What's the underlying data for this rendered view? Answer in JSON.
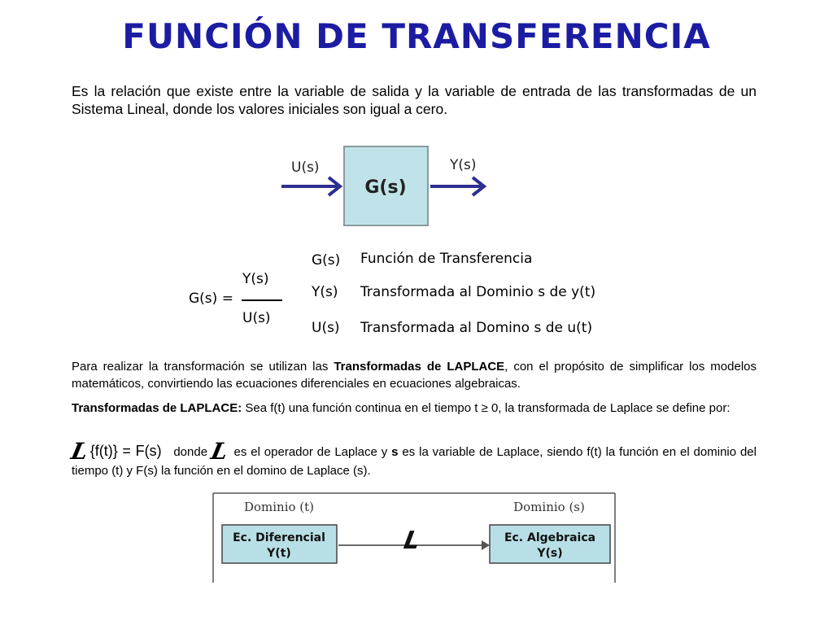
{
  "title": "FUNCIÓN DE TRANSFERENCIA",
  "intro": "Es la relación que existe entre la variable de salida y la variable de entrada de las transformadas de un Sistema Lineal, donde los valores iniciales son igual a cero.",
  "block": {
    "input_label": "U(s)",
    "output_label": "Y(s)",
    "block_label": "G(s)"
  },
  "equation": {
    "lhs": "G(s) =",
    "numerator": "Y(s)",
    "denominator": "U(s)"
  },
  "definitions": [
    {
      "symbol": "G(s)",
      "meaning": "Función de Transferencia"
    },
    {
      "symbol": "Y(s)",
      "meaning": "Transformada al Dominio s de y(t)"
    },
    {
      "symbol": "U(s)",
      "meaning": "Transformada al Domino s de u(t)"
    }
  ],
  "laplace_para": {
    "part1": "Para realizar la transformación se utilizan las ",
    "bold": "Transformadas de LAPLACE",
    "part2": ", con el propósito de simplificar los modelos matemáticos, convirtiendo las ecuaciones diferenciales en ecuaciones algebraicas."
  },
  "definition_para": {
    "bold": "Transformadas de LAPLACE:",
    "text": " Sea f(t) una función continua en el tiempo t ≥ 0, la transformada de Laplace se define por:"
  },
  "operator_para": {
    "symbol": "L",
    "expr": "{f(t)} = F(s)",
    "donde": "donde",
    "text1": " es el operador de Laplace y ",
    "s_bold": "s",
    "text2": " es la variable de Laplace, siendo f(t) la función en el dominio del tiempo (t) y F(s) la función en el domino de Laplace (s)."
  },
  "domain_diagram": {
    "left_header": "Dominio (t)",
    "right_header": "Dominio (s)",
    "left_box": [
      "Ec. Diferencial",
      "Y(t)"
    ],
    "right_box": [
      "Ec. Algebraica",
      "Y(s)"
    ],
    "operator": "L"
  },
  "colors": {
    "title": "#1c1ca3",
    "arrow": "#2e2e8f",
    "block_fill": "#bfe3e8",
    "block_border": "#8a9a9c",
    "domain_box_fill": "#b8dfe6"
  }
}
